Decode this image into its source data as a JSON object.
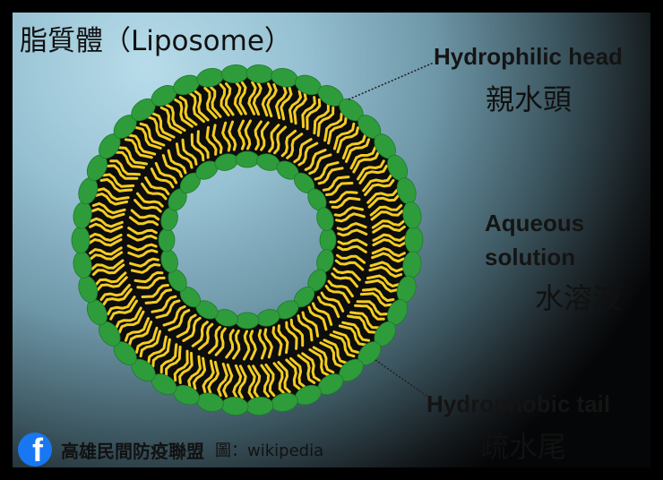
{
  "title": "脂質體（Liposome）",
  "labels": {
    "head_en": "Hydrophilic head",
    "head_zh": "親水頭",
    "aqueous_en_1": "Aqueous",
    "aqueous_en_2": "solution",
    "aqueous_zh": "水溶液",
    "tail_en": "Hydrophobic tail",
    "tail_zh": "疏水尾"
  },
  "footer": {
    "logo_letter": "f",
    "org": "高雄民間防疫聯盟",
    "credit": "圖：wikipedia"
  },
  "colors": {
    "head": "#2f9c3c",
    "head_outline": "#1d7a2a",
    "tail": "#f4cc22",
    "core": "#0c0d0c",
    "pointer": "#222222"
  },
  "icons": [
    "facebook-logo-icon"
  ],
  "structure": {
    "type": "liposome-bilayer",
    "outer_head_count": 42,
    "inner_head_count": 24,
    "outer_tail_count": 62,
    "inner_tail_count": 42
  }
}
